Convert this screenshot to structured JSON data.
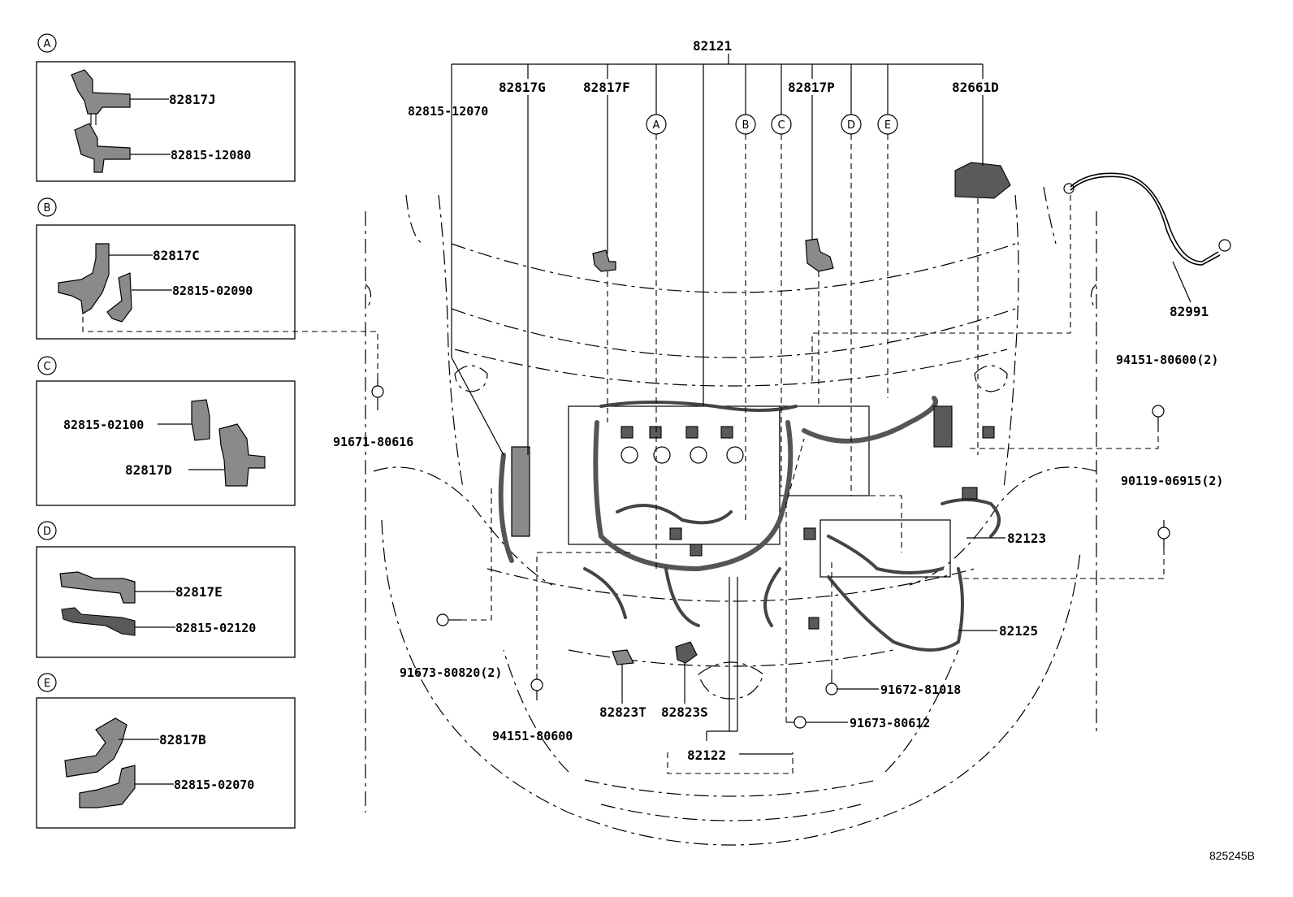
{
  "diagram": {
    "figure_code": "825245B",
    "insets": [
      {
        "id": "A",
        "parts": [
          "82817J",
          "82815-12080"
        ]
      },
      {
        "id": "B",
        "parts": [
          "82817C",
          "82815-02090"
        ]
      },
      {
        "id": "C",
        "parts": [
          "82815-02100",
          "82817D"
        ]
      },
      {
        "id": "D",
        "parts": [
          "82817E",
          "82815-02120"
        ]
      },
      {
        "id": "E",
        "parts": [
          "82817B",
          "82815-02070"
        ]
      }
    ],
    "main_labels": {
      "harness_main": "82121",
      "p1": "82815-12070",
      "p2": "82817G",
      "p3": "82817F",
      "p4": "82817P",
      "p5": "82661D",
      "p6": "82991",
      "p7": "94151-80600(2)",
      "p8": "90119-06915(2)",
      "p9": "82123",
      "p10": "82125",
      "p11": "91671-80616",
      "p12": "91673-80820(2)",
      "p13": "94151-80600",
      "p14": "82823T",
      "p15": "82823S",
      "p16": "91672-81018",
      "p17": "91673-80612",
      "p18": "82122"
    },
    "callouts": [
      "A",
      "B",
      "C",
      "D",
      "E"
    ]
  }
}
